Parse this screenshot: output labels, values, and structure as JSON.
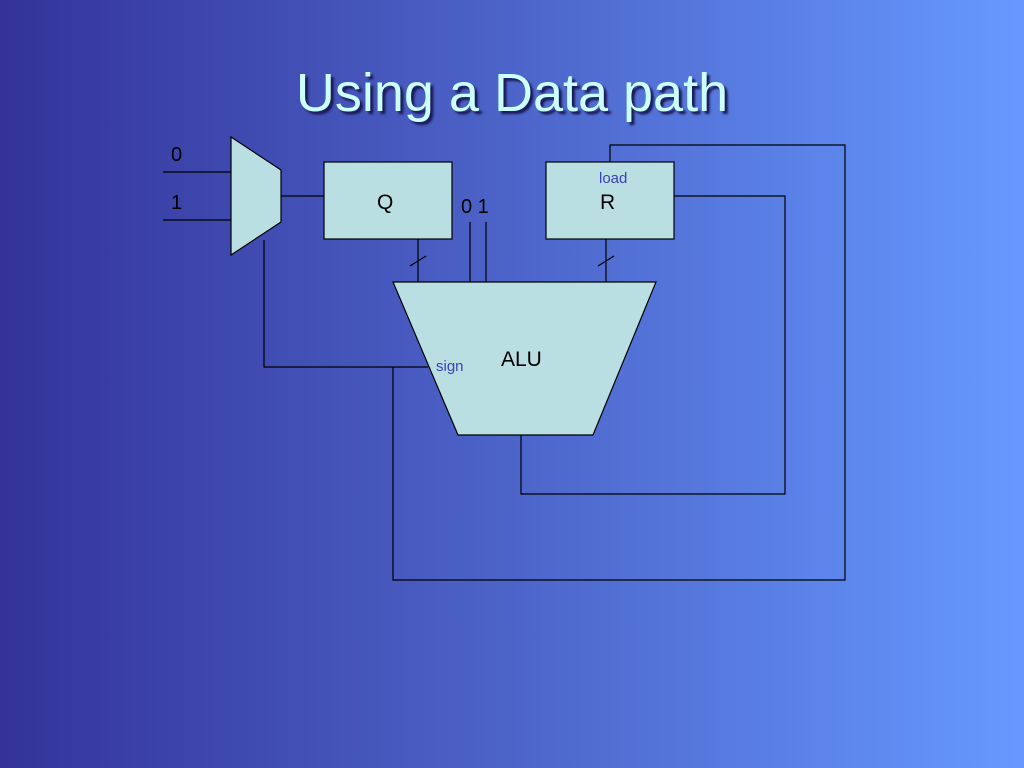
{
  "slide": {
    "title": "Using a Data path"
  },
  "diagram": {
    "mux_inputs": [
      "0",
      "1"
    ],
    "register_q": "Q",
    "register_r": "R",
    "r_control": "load",
    "alu": "ALU",
    "alu_constants": "0 1",
    "alu_flag": "sign"
  },
  "colors": {
    "block_fill": "#b9dfe3",
    "title_color": "#ccffff",
    "control_label": "#3a40b8"
  }
}
